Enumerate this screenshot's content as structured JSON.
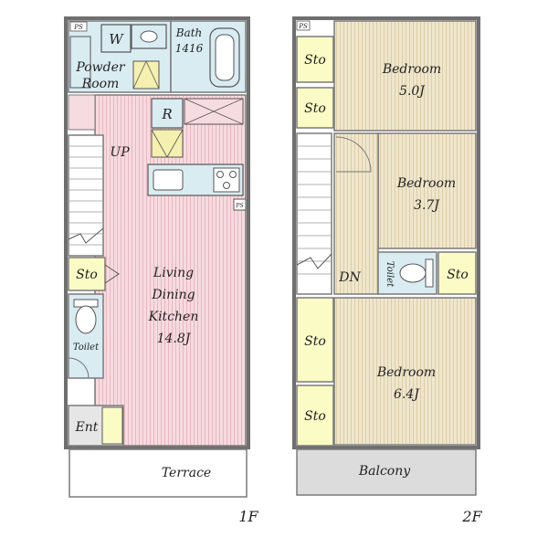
{
  "floor1": {
    "ps_top": "PS",
    "ps_kitchen": "PS",
    "washer": "W",
    "powder_room_line1": "Powder",
    "powder_room_line2": "Room",
    "bath_line1": "Bath",
    "bath_line2": "1416",
    "refrigerator": "R",
    "stairs_up": "UP",
    "storage": "Sto",
    "ldk_line1": "Living",
    "ldk_line2": "Dining",
    "ldk_line3": "Kitchen",
    "ldk_line4": "14.8J",
    "toilet": "Toilet",
    "entrance": "Ent",
    "terrace": "Terrace",
    "floor_label": "1F"
  },
  "floor2": {
    "ps": "PS",
    "storage_1": "Sto",
    "storage_2": "Sto",
    "storage_3": "Sto",
    "storage_4": "Sto",
    "storage_5": "Sto",
    "bedroom1_name": "Bedroom",
    "bedroom1_size": "5.0J",
    "bedroom2_name": "Bedroom",
    "bedroom2_size": "3.7J",
    "bedroom3_name": "Bedroom",
    "bedroom3_size": "6.4J",
    "toilet": "Toilet",
    "stairs_down": "DN",
    "balcony": "Balcony",
    "floor_label": "2F"
  },
  "colors": {
    "wood_floor": "#efe6cc",
    "ldk_floor": "#f6dbe0",
    "wet_area": "#d9ecf2",
    "storage": "#fbfbc6",
    "wall": "#6f6f6f",
    "balcony": "#dcdcdc"
  }
}
